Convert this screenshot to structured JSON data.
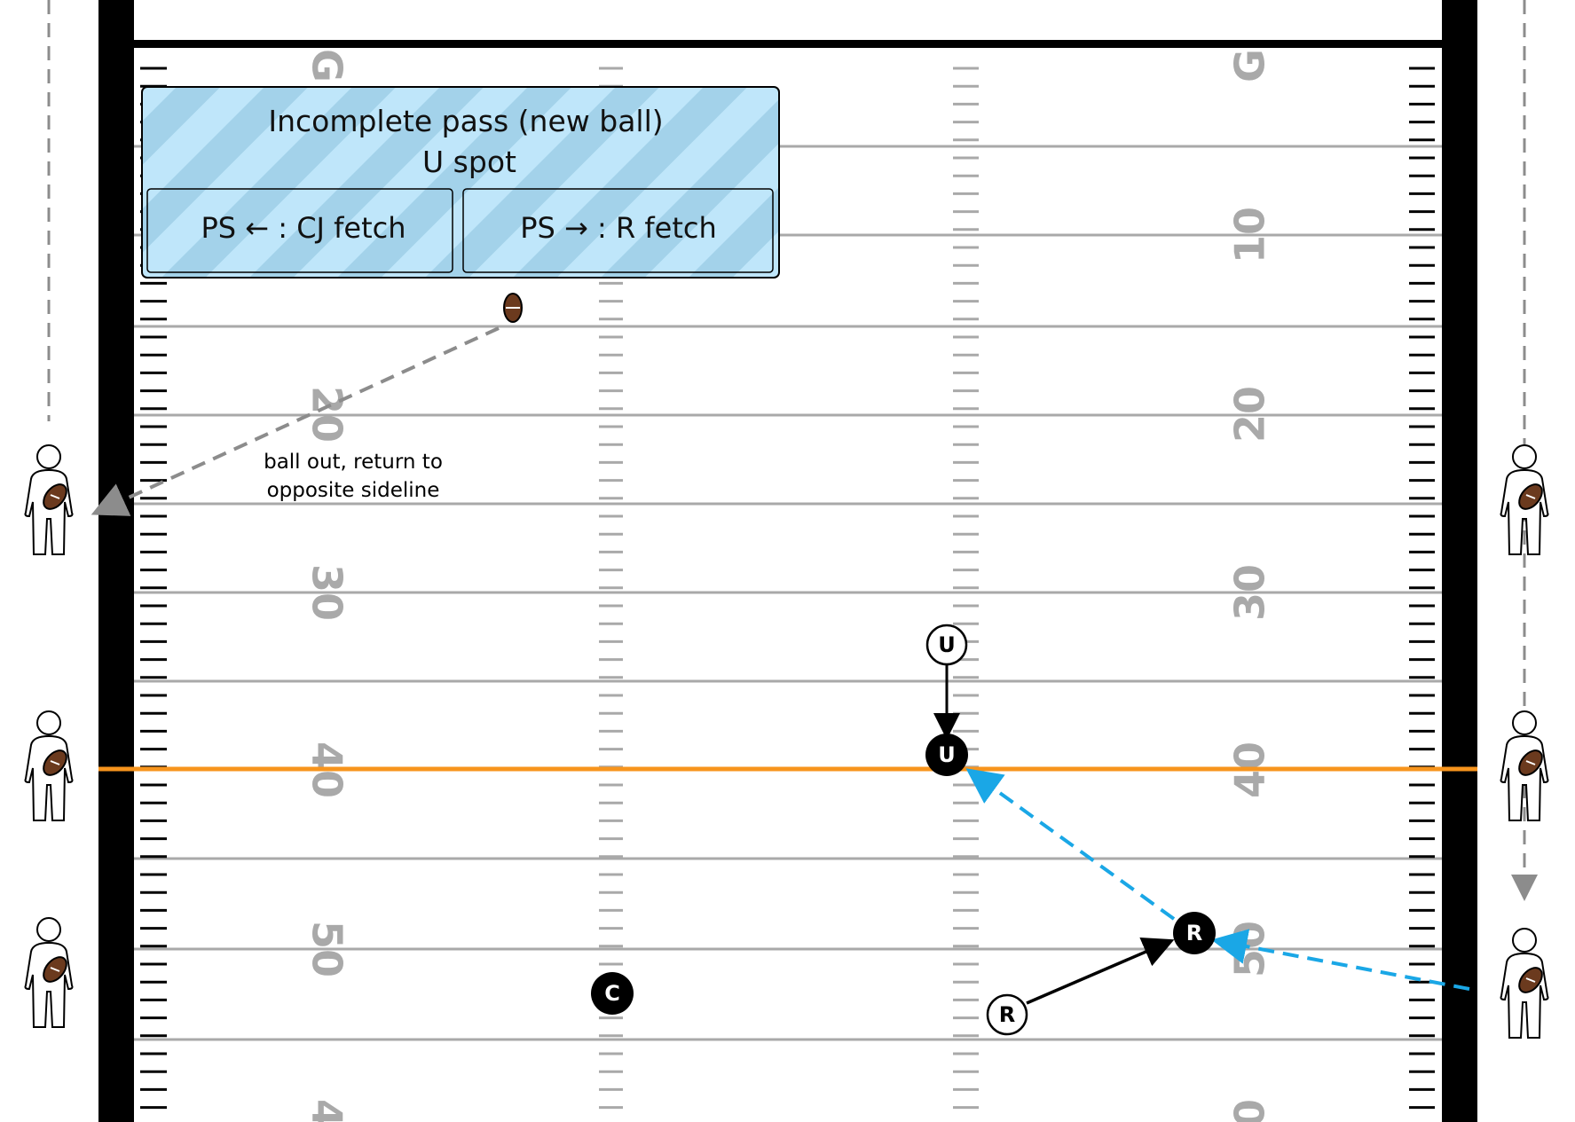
{
  "field": {
    "yard_numbers": {
      "left": [
        "G",
        "10",
        "20",
        "30",
        "40",
        "50",
        "4"
      ],
      "right": [
        "G",
        "10",
        "20",
        "30",
        "40",
        "50",
        "0"
      ]
    },
    "line_to_gain_color": "#f7941d",
    "sideline_color": "#000000"
  },
  "callout": {
    "title": "Incomplete pass (new ball)",
    "subtitle": "U spot",
    "left_cell": "PS ← : CJ fetch",
    "right_cell": "PS → : R fetch",
    "fill_color": "#bfe6fa"
  },
  "annotation": {
    "line1": "ball out, return to",
    "line2": "opposite sideline"
  },
  "officials": {
    "u_start": "U",
    "u_end": "U",
    "r_start": "R",
    "r_end": "R",
    "c": "C"
  },
  "colors": {
    "ball_path": "#8c8c8c",
    "relay_path": "#1aa7e6",
    "ball": "#6b3a1e"
  },
  "ball_persons": [
    "ball-person-icon",
    "ball-person-icon",
    "ball-person-icon",
    "ball-person-icon",
    "ball-person-icon",
    "ball-person-icon"
  ]
}
